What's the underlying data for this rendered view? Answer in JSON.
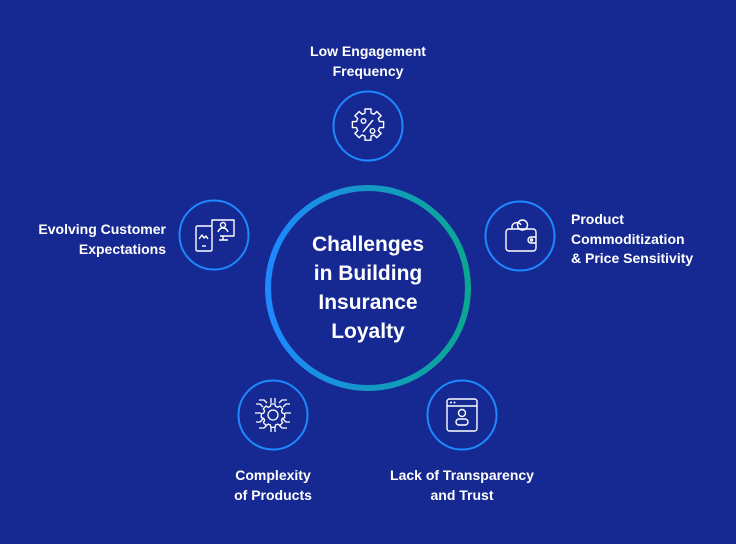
{
  "center": {
    "title": "Challenges\nin Building\nInsurance\nLoyalty"
  },
  "colors": {
    "background": "#162992",
    "ring_start": "#1e88ff",
    "ring_end": "#0aa890",
    "node_ring": "#1e88ff",
    "text": "#ffffff"
  },
  "nodes": [
    {
      "id": "low-engagement",
      "label": "Low Engagement\nFrequency",
      "icon": "gear-percent-icon"
    },
    {
      "id": "evolving-expectations",
      "label": "Evolving Customer\nExpectations",
      "icon": "devices-user-icon"
    },
    {
      "id": "commoditization",
      "label": "Product\nCommoditization\n& Price Sensitivity",
      "icon": "wallet-coin-icon"
    },
    {
      "id": "complexity",
      "label": "Complexity\nof Products",
      "icon": "gear-circuit-icon"
    },
    {
      "id": "transparency",
      "label": "Lack of Transparency\nand Trust",
      "icon": "browser-profile-icon"
    }
  ]
}
